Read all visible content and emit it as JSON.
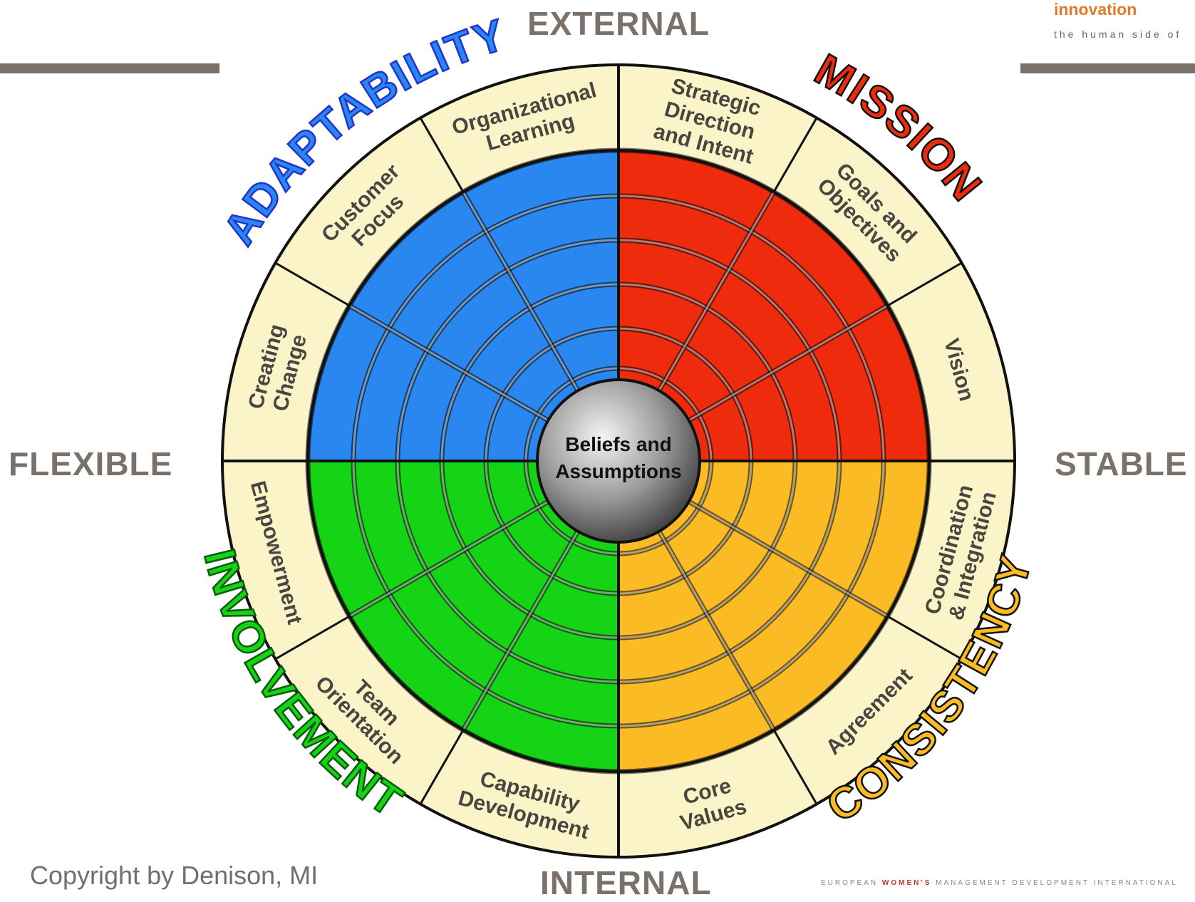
{
  "axes": {
    "top": "EXTERNAL",
    "bottom": "INTERNAL",
    "left": "FLEXIBLE",
    "right": "STABLE"
  },
  "center": {
    "line1": "Beliefs and",
    "line2": "Assumptions"
  },
  "traits": [
    {
      "name": "ADAPTABILITY",
      "fill": "#2a87f0",
      "outline": "#2233cc"
    },
    {
      "name": "MISSION",
      "fill": "#ee2b0d",
      "outline": "#111111"
    },
    {
      "name": "CONSISTENCY",
      "fill": "#fbbb25",
      "outline": "#111111"
    },
    {
      "name": "INVOLVEMENT",
      "fill": "#15d315",
      "outline": "#0a5a0a"
    }
  ],
  "segments": [
    {
      "lines": [
        "Organizational",
        "Learning"
      ]
    },
    {
      "lines": [
        "Customer",
        "Focus"
      ]
    },
    {
      "lines": [
        "Creating",
        "Change"
      ]
    },
    {
      "lines": [
        "Empowerment"
      ]
    },
    {
      "lines": [
        "Team",
        "Orientation"
      ]
    },
    {
      "lines": [
        "Capability",
        "Development"
      ]
    },
    {
      "lines": [
        "Core",
        "Values"
      ]
    },
    {
      "lines": [
        "Agreement"
      ]
    },
    {
      "lines": [
        "Coordination",
        "& Integration"
      ]
    },
    {
      "lines": [
        "Vision"
      ]
    },
    {
      "lines": [
        "Goals and",
        "Objectives"
      ]
    },
    {
      "lines": [
        "Strategic",
        "Direction",
        "and Intent"
      ]
    }
  ],
  "copyright": "Copyright by Denison, MI",
  "brand": {
    "name": "innovation",
    "tagline": "the human side of"
  },
  "footer": {
    "pre": "EUROPEAN ",
    "highlight": "WOMEN'S",
    "post": " MANAGEMENT DEVELOPMENT INTERNATIONAL"
  },
  "colors": {
    "ring_band": "#fbf4c8",
    "axis_text": "#7a716a"
  }
}
